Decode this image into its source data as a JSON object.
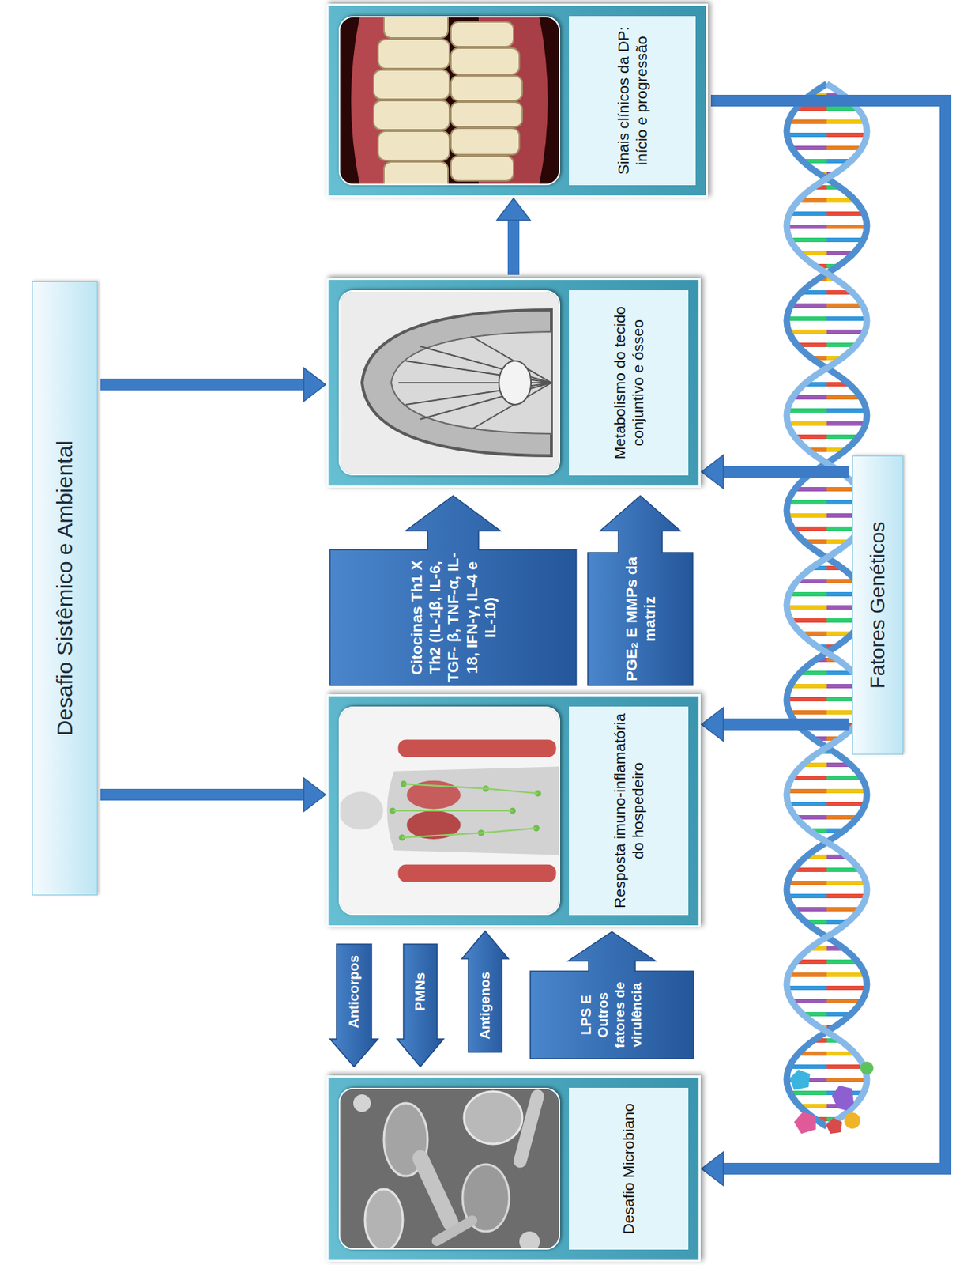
{
  "diagram": {
    "nodes": [
      {
        "text": [
          "Desafio Sistêmico e Ambiental"
        ]
      },
      {
        "text": [
          "Desafio Microbiano"
        ]
      },
      {
        "text": [
          "Anticorpos"
        ]
      },
      {
        "text": [
          "PMNs"
        ]
      },
      {
        "text": [
          "Antigenos"
        ]
      },
      {
        "text": [
          "LPS E Outros fatores de virulência"
        ]
      },
      {
        "text": [
          "Resposta imuno-inflamatória do hospedeiro"
        ]
      },
      {
        "text": [
          "Citocinas Th1 X Th2 (IL-1β, IL-6, TGF- β, TNF-α, IL-18, IFN-γ, IL-4 e IL-10)"
        ]
      },
      {
        "text": [
          "PGE₂ E MMPs da matriz"
        ]
      },
      {
        "text": [
          "Metabolismo do tecido conjuntivo e ósseo"
        ]
      },
      {
        "text": [
          "Sinais clínicos da DP: início e progressão"
        ]
      },
      {
        "text": [
          "Fatores Genéticos"
        ]
      }
    ],
    "edges": [
      {
        "from": 0,
        "to": 6,
        "arrow": "to"
      },
      {
        "from": 0,
        "to": 9,
        "arrow": "to"
      },
      {
        "from": 9,
        "to": 10,
        "arrow": "to"
      },
      {
        "from": 10,
        "to": 1,
        "arrow": "to"
      },
      {
        "from": 11,
        "to": 6,
        "arrow": "to"
      },
      {
        "from": 11,
        "to": 9,
        "arrow": "to"
      }
    ]
  }
}
